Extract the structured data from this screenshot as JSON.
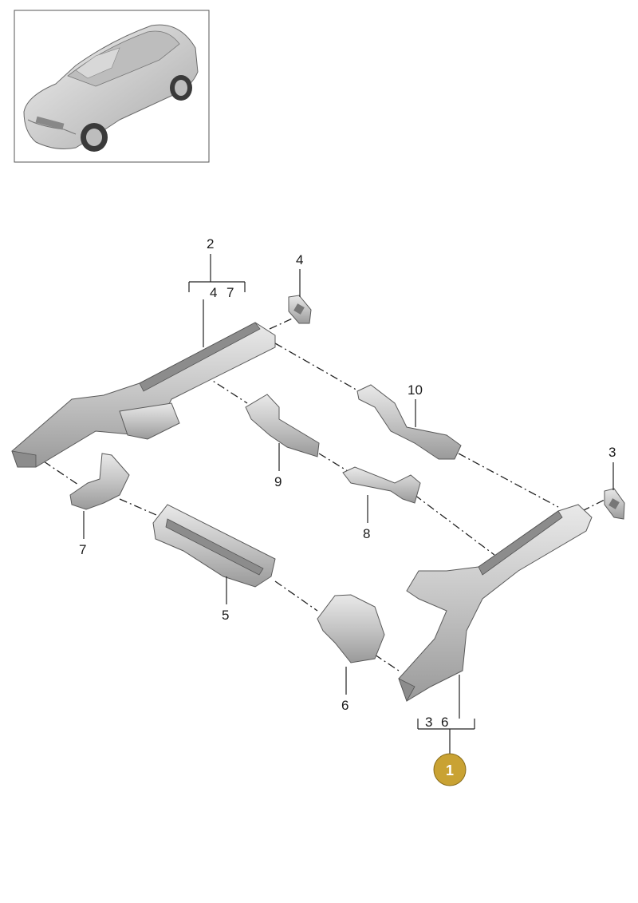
{
  "labels": {
    "p2": "2",
    "p2_sub4": "4",
    "p2_sub7": "7",
    "p4": "4",
    "p10": "10",
    "p3": "3",
    "p9": "9",
    "p8": "8",
    "p7": "7",
    "p5": "5",
    "p6": "6",
    "p1_sub3": "3",
    "p1_sub6": "6"
  },
  "callout": {
    "number": "1",
    "color": "#c9a233"
  }
}
